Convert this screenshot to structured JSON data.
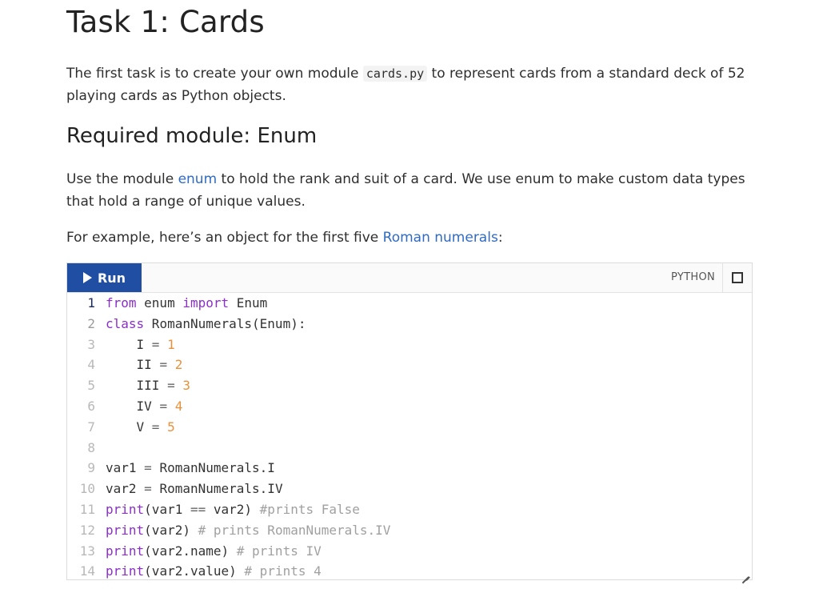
{
  "title": "Task 1: Cards",
  "intro": {
    "before": "The first task is to create your own module ",
    "code": "cards.py",
    "after": " to represent cards from a standard deck of 52 playing cards as Python objects."
  },
  "section": {
    "heading": "Required module: Enum",
    "para1": {
      "before": "Use the module ",
      "link": "enum",
      "after": " to hold the rank and suit of a card. We use enum to make custom data types that hold a range of unique values."
    },
    "para2": {
      "before": "For example, here’s an object for the first five ",
      "link": "Roman numerals",
      "after": ":"
    }
  },
  "code_widget": {
    "run_label": "Run",
    "language": "PYTHON",
    "colors": {
      "run_bg": "#1f4ea3",
      "keyword": "#8b2fc9",
      "number": "#e8913a",
      "comment": "#a0a0a0",
      "link": "#2f6bc4"
    },
    "lines": [
      {
        "n": "1",
        "tokens": [
          {
            "t": "kw",
            "v": "from"
          },
          {
            "t": "tx",
            "v": " enum "
          },
          {
            "t": "kw",
            "v": "import"
          },
          {
            "t": "tx",
            "v": " Enum"
          }
        ]
      },
      {
        "n": "2",
        "tokens": [
          {
            "t": "kw",
            "v": "class"
          },
          {
            "t": "tx",
            "v": " RomanNumerals(Enum):"
          }
        ]
      },
      {
        "n": "3",
        "tokens": [
          {
            "t": "tx",
            "v": "    I "
          },
          {
            "t": "op",
            "v": "="
          },
          {
            "t": "tx",
            "v": " "
          },
          {
            "t": "num",
            "v": "1"
          }
        ]
      },
      {
        "n": "4",
        "tokens": [
          {
            "t": "tx",
            "v": "    II "
          },
          {
            "t": "op",
            "v": "="
          },
          {
            "t": "tx",
            "v": " "
          },
          {
            "t": "num",
            "v": "2"
          }
        ]
      },
      {
        "n": "5",
        "tokens": [
          {
            "t": "tx",
            "v": "    III "
          },
          {
            "t": "op",
            "v": "="
          },
          {
            "t": "tx",
            "v": " "
          },
          {
            "t": "num",
            "v": "3"
          }
        ]
      },
      {
        "n": "6",
        "tokens": [
          {
            "t": "tx",
            "v": "    IV "
          },
          {
            "t": "op",
            "v": "="
          },
          {
            "t": "tx",
            "v": " "
          },
          {
            "t": "num",
            "v": "4"
          }
        ]
      },
      {
        "n": "7",
        "tokens": [
          {
            "t": "tx",
            "v": "    V "
          },
          {
            "t": "op",
            "v": "="
          },
          {
            "t": "tx",
            "v": " "
          },
          {
            "t": "num",
            "v": "5"
          }
        ]
      },
      {
        "n": "8",
        "tokens": []
      },
      {
        "n": "9",
        "tokens": [
          {
            "t": "tx",
            "v": "var1 "
          },
          {
            "t": "op",
            "v": "="
          },
          {
            "t": "tx",
            "v": " RomanNumerals.I"
          }
        ]
      },
      {
        "n": "10",
        "tokens": [
          {
            "t": "tx",
            "v": "var2 "
          },
          {
            "t": "op",
            "v": "="
          },
          {
            "t": "tx",
            "v": " RomanNumerals.IV"
          }
        ]
      },
      {
        "n": "11",
        "tokens": [
          {
            "t": "kw",
            "v": "print"
          },
          {
            "t": "tx",
            "v": "(var1 "
          },
          {
            "t": "op",
            "v": "=="
          },
          {
            "t": "tx",
            "v": " var2) "
          },
          {
            "t": "cm",
            "v": "#prints False"
          }
        ]
      },
      {
        "n": "12",
        "tokens": [
          {
            "t": "kw",
            "v": "print"
          },
          {
            "t": "tx",
            "v": "(var2) "
          },
          {
            "t": "cm",
            "v": "# prints RomanNumerals.IV"
          }
        ]
      },
      {
        "n": "13",
        "tokens": [
          {
            "t": "kw",
            "v": "print"
          },
          {
            "t": "tx",
            "v": "(var2.name) "
          },
          {
            "t": "cm",
            "v": "# prints IV"
          }
        ]
      },
      {
        "n": "14",
        "tokens": [
          {
            "t": "kw",
            "v": "print"
          },
          {
            "t": "tx",
            "v": "(var2.value) "
          },
          {
            "t": "cm",
            "v": "# prints 4"
          }
        ]
      }
    ]
  }
}
